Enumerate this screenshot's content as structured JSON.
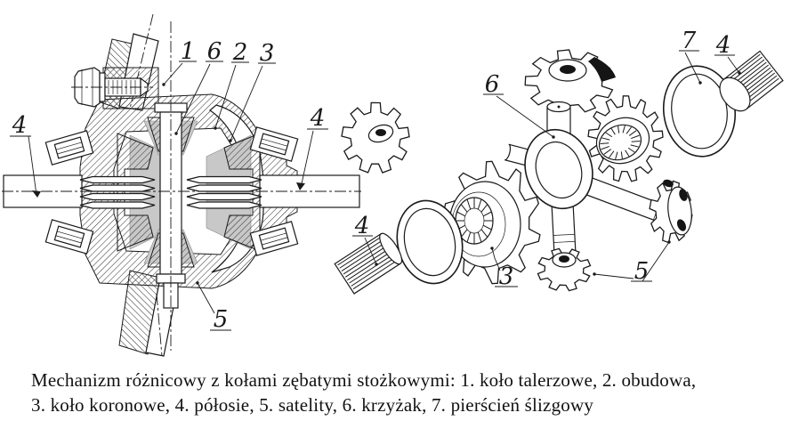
{
  "figure": {
    "callouts_left": [
      "1",
      "6",
      "2",
      "3",
      "4",
      "4",
      "5"
    ],
    "callouts_right": [
      "6",
      "7",
      "4",
      "4",
      "3",
      "5"
    ],
    "caption": {
      "line1": "Mechanizm różnicowy z kołami zębatymi stożkowymi: 1. koło talerzowe, 2. obudowa,",
      "line2": "3. koło koronowe, 4. półosie, 5. satelity, 6. krzyżak, 7. pierścień ślizgowy"
    },
    "colors": {
      "ink": "#1a1a1a",
      "paper": "#ffffff",
      "shade": "#c8c8c8"
    }
  }
}
